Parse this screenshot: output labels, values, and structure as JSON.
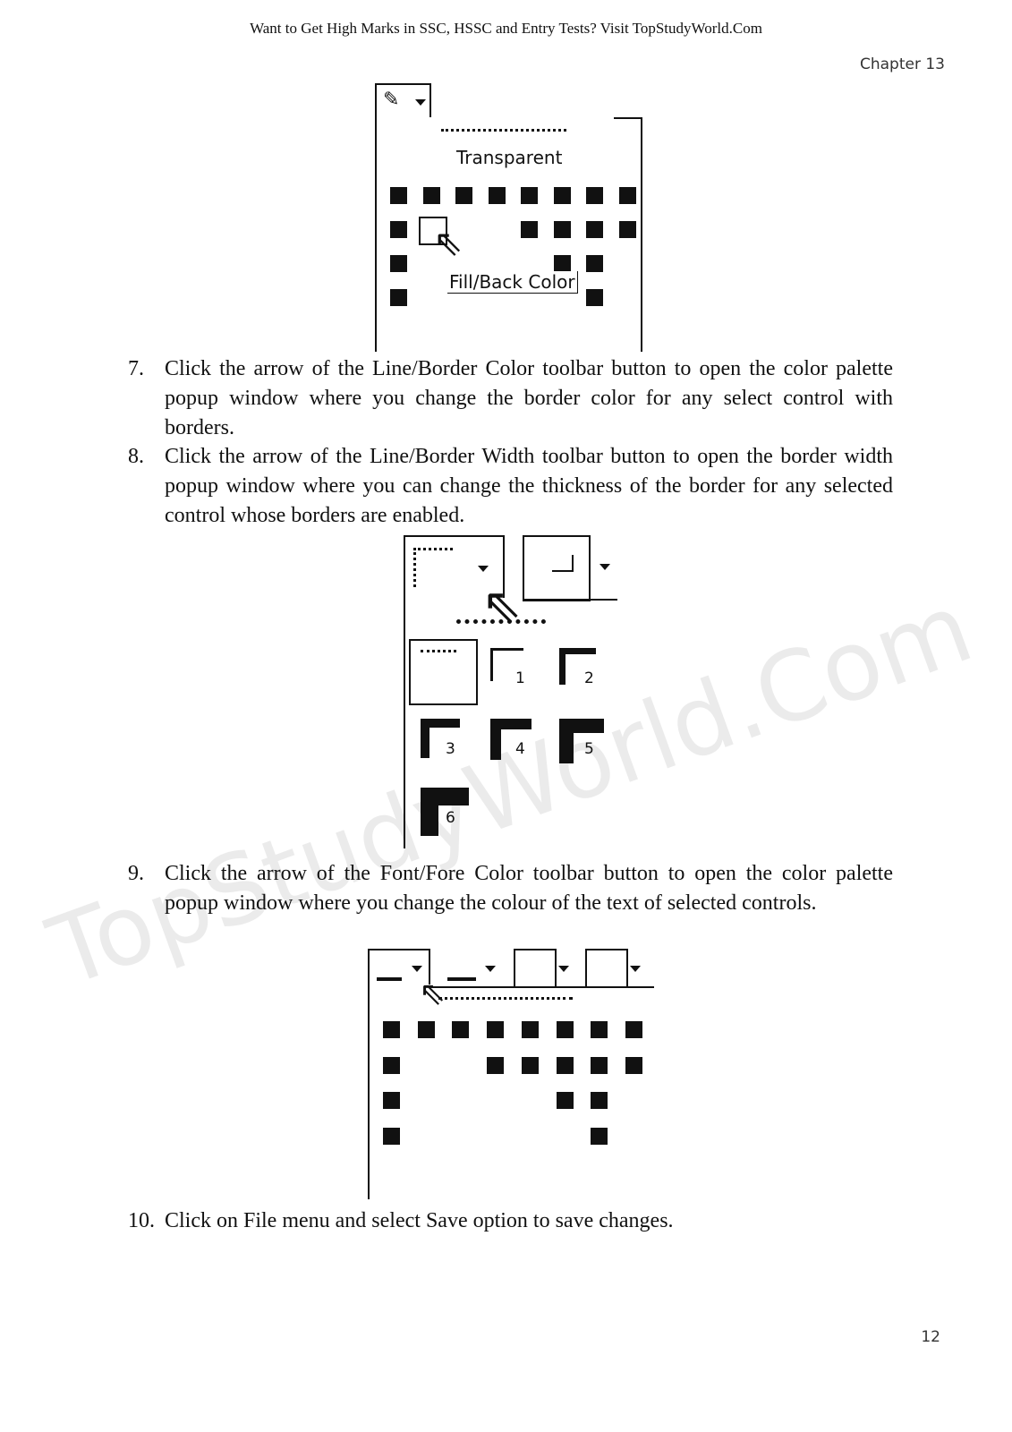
{
  "header": {
    "site_banner": "Want to Get High Marks in SSC, HSSC and Entry Tests? Visit TopStudyWorld.Com",
    "chapter": "Chapter 13"
  },
  "watermark": "TopStudyWorld.Com",
  "figure_fill_color": {
    "transparent_label": "Transparent",
    "tooltip": "Fill/Back Color"
  },
  "figure_border_width": {
    "width_labels": [
      "1",
      "2",
      "3",
      "4",
      "5",
      "6"
    ]
  },
  "steps": [
    {
      "num": "7.",
      "text": "Click the arrow of the Line/Border Color toolbar button to open the color palette popup window where you change the border color for any select control with borders."
    },
    {
      "num": "8.",
      "text": "Click the arrow of the Line/Border Width toolbar button to open the border width popup window where you can change the thickness of the border for any selected control whose borders are enabled."
    },
    {
      "num": "9.",
      "text": "Click the arrow of the Font/Fore Color toolbar button to open the color palette popup window where you change the colour of the text of selected controls."
    },
    {
      "num": "10.",
      "text": "Click on File menu and select Save option to save changes."
    }
  ],
  "footer": {
    "page_number": "12"
  }
}
